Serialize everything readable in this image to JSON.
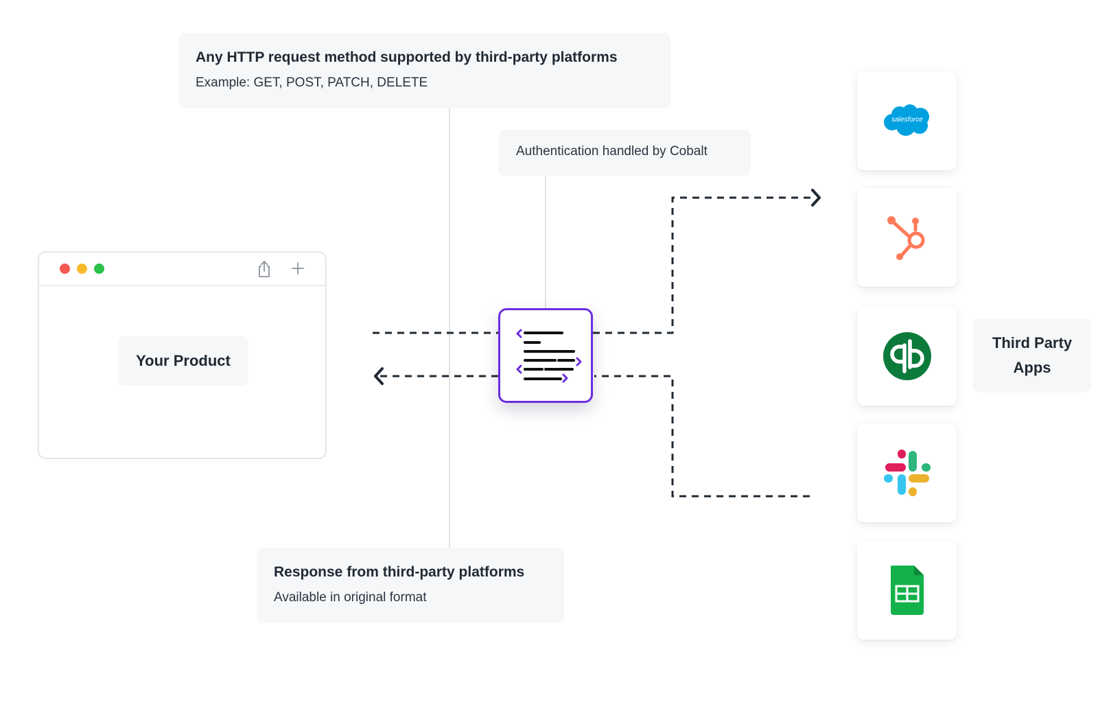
{
  "request_callout": {
    "title": "Any HTTP request method supported by third-party platforms",
    "subtitle": "Example: GET, POST, PATCH, DELETE"
  },
  "auth_callout": {
    "text": "Authentication handled by Cobalt"
  },
  "response_callout": {
    "title": "Response from third-party platforms",
    "subtitle": "Available in original format"
  },
  "product": {
    "label": "Your Product",
    "icons": [
      "share-icon",
      "plus-icon"
    ]
  },
  "hub": {
    "icon": "code-lines-icon",
    "accent": "#6a2ee0"
  },
  "apps": {
    "label": "Third Party Apps",
    "items": [
      {
        "name": "salesforce",
        "logo_text": "salesforce",
        "color": "#00a1e0"
      },
      {
        "name": "hubspot",
        "color": "#ff7a59"
      },
      {
        "name": "quickbooks",
        "color": "#2ca01c"
      },
      {
        "name": "slack",
        "colors": [
          "#e01e5a",
          "#36c5f0",
          "#2eb67d",
          "#ecb22e"
        ]
      },
      {
        "name": "google-sheets",
        "color": "#0f9d58"
      }
    ]
  }
}
